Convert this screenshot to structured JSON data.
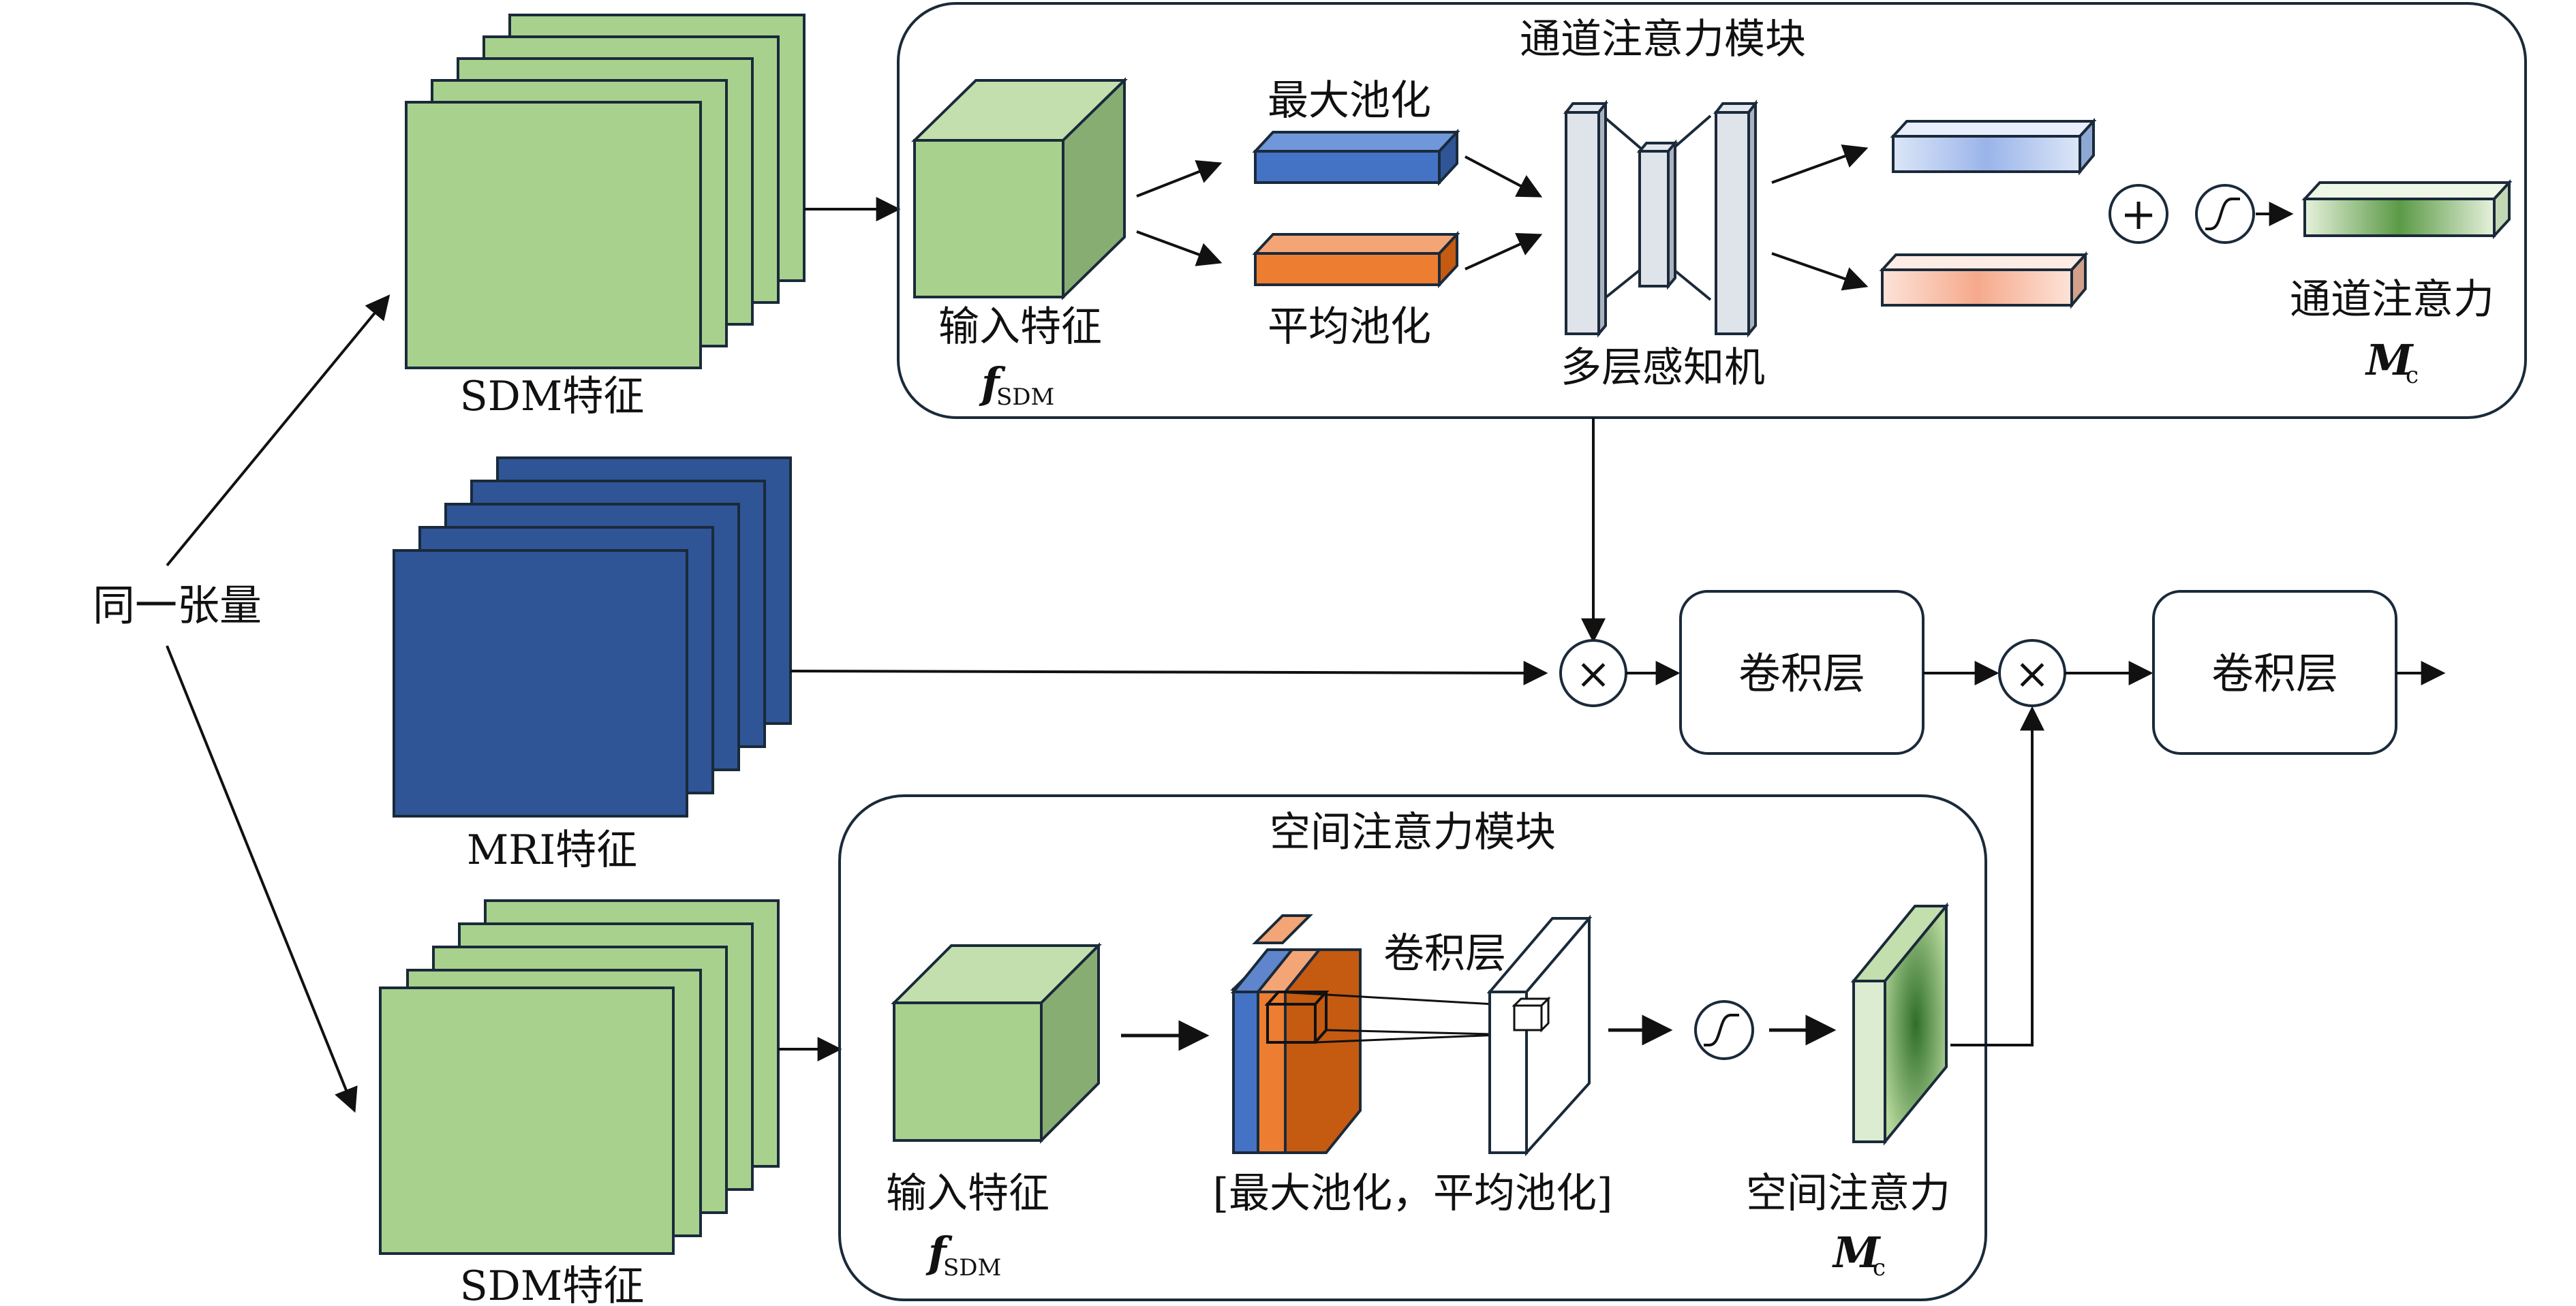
{
  "source_label": "同一张量",
  "stacks": {
    "sdm_top": "SDM特征",
    "mri": "MRI特征",
    "sdm_bottom": "SDM特征"
  },
  "channel_module": {
    "title": "通道注意力模块",
    "input_label": "输入特征",
    "input_symbol": "f",
    "input_subscript": "SDM",
    "max_pool": "最大池化",
    "avg_pool": "平均池化",
    "mlp": "多层感知机",
    "plus_symbol": "+",
    "output_label": "通道注意力",
    "output_symbol": "M",
    "output_subscript": "c"
  },
  "spatial_module": {
    "title": "空间注意力模块",
    "input_label": "输入特征",
    "input_symbol": "f",
    "input_subscript": "SDM",
    "conv_label": "卷积层",
    "concat_label": "[最大池化，平均池化]",
    "output_label": "空间注意力",
    "output_symbol": "M",
    "output_subscript": "c"
  },
  "main_path": {
    "multiply_symbol": "×",
    "conv1": "卷积层",
    "conv2": "卷积层"
  },
  "colors": {
    "green_fill": "#a8d18d",
    "green_dark": "#88ad72",
    "green_top": "#c2dfad",
    "navy": "#2f5597",
    "pool_blue": "#4472c4",
    "pool_orange": "#ed7d31",
    "conv_orange_dark": "#c55a11",
    "stroke": "#1a2a3a"
  }
}
